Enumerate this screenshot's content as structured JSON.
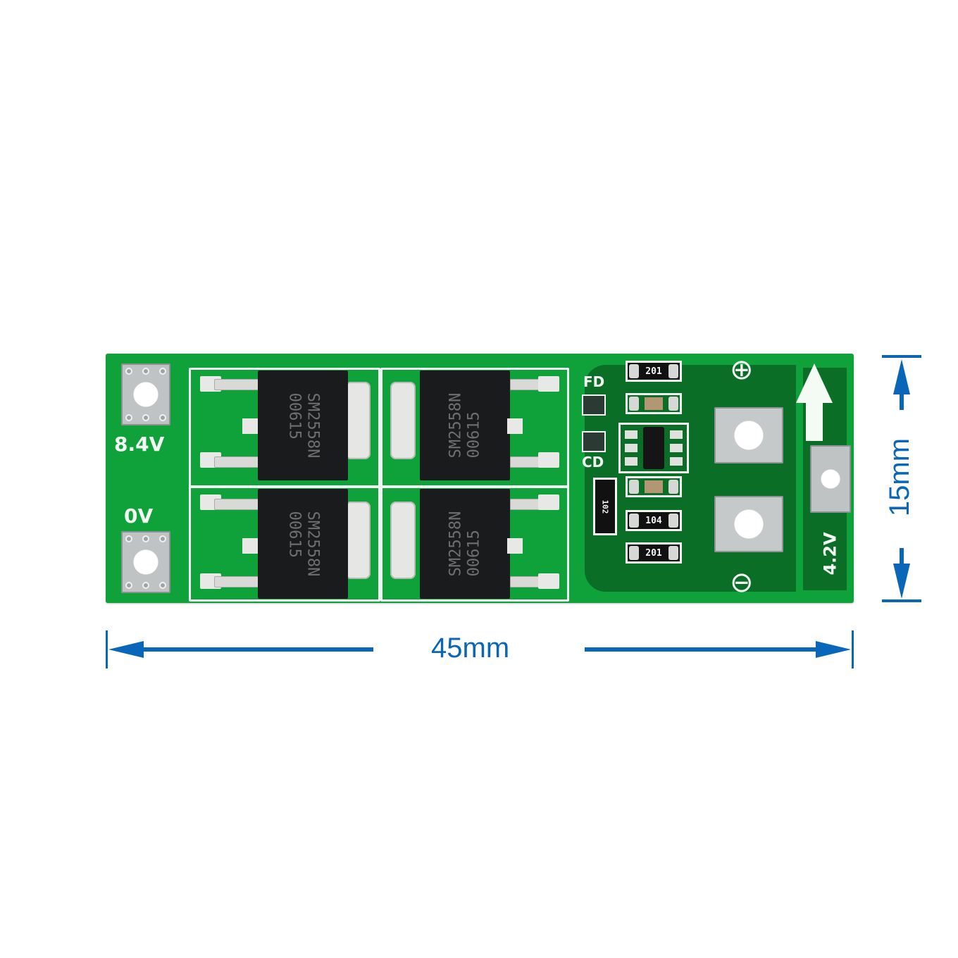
{
  "product": {
    "type": "2S Li-ion battery protection board (PCB)",
    "background_color": "#ffffff",
    "pcb_color": "#0fa23a"
  },
  "silkscreen": {
    "input_positive_label": "8.4V",
    "input_ground_label": "0V",
    "cell_tap_label": "4.2V",
    "led_fd_label": "FD",
    "led_cd_label": "CD",
    "plus_symbol": "⊕",
    "minus_symbol": "⊖"
  },
  "mosfets": [
    {
      "part": "SM2558N",
      "code": "00615"
    },
    {
      "part": "SM2558N",
      "code": "00615"
    },
    {
      "part": "SM2558N",
      "code": "00615"
    },
    {
      "part": "SM2558N",
      "code": "00615"
    }
  ],
  "resistors": [
    {
      "marking": "201"
    },
    {
      "marking": "102"
    },
    {
      "marking": "104"
    },
    {
      "marking": "201"
    }
  ],
  "dimensions": {
    "width_label": "45mm",
    "height_label": "15mm",
    "color": "#0a66b8"
  }
}
